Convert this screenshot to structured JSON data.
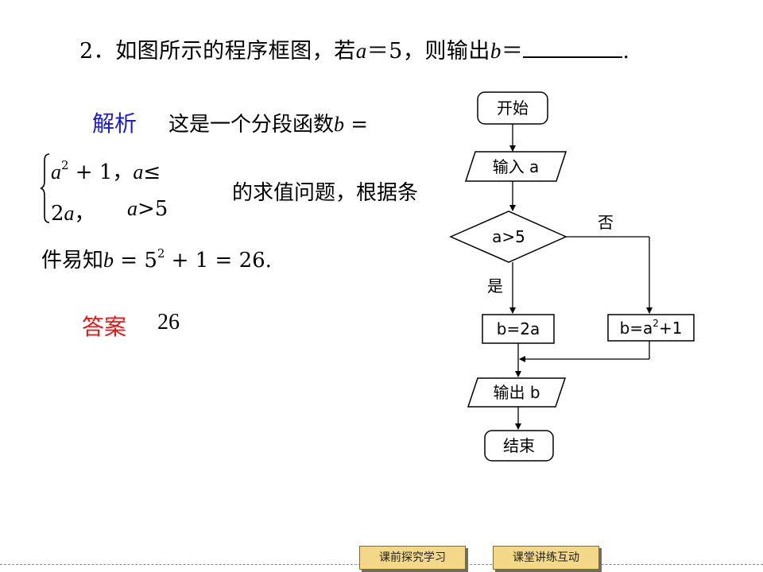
{
  "question": {
    "number": "2．",
    "text1": "如图所示的程序框图，若",
    "var_a": "a",
    "text2": "＝5，则输出",
    "var_b": "b",
    "text3": "＝",
    "end": "."
  },
  "analysis": {
    "label": "解析",
    "line1": "这是一个分段函数",
    "var_b": "b",
    "eq": " =",
    "case1": {
      "a": "a",
      "exp": "2",
      "rest": " + 1，",
      "cond_a": "a",
      "cond": "≤"
    },
    "case2": {
      "expr_num": "2",
      "expr_a": "a",
      "sep": "，",
      "cond_a": "a",
      "cond": ">5"
    },
    "line2": "的求值问题，根据条",
    "line3_prefix": "件易知",
    "line3_var": "b",
    "line3_eq": " = 5",
    "line3_exp": "2",
    "line3_rest": " + 1 = 26."
  },
  "answer": {
    "label": "答案",
    "value": "26"
  },
  "flowchart": {
    "start": "开始",
    "input": "输入 a",
    "condition": "a>5",
    "no": "否",
    "yes": "是",
    "yes_box": "b=2a",
    "no_box_prefix": "b=a",
    "no_box_exp": "2",
    "no_box_suffix": "+1",
    "output": "输出 b",
    "end": "结束"
  },
  "nav": {
    "prev_label": "课前探究学习",
    "next_label": "课堂讲练互动"
  }
}
